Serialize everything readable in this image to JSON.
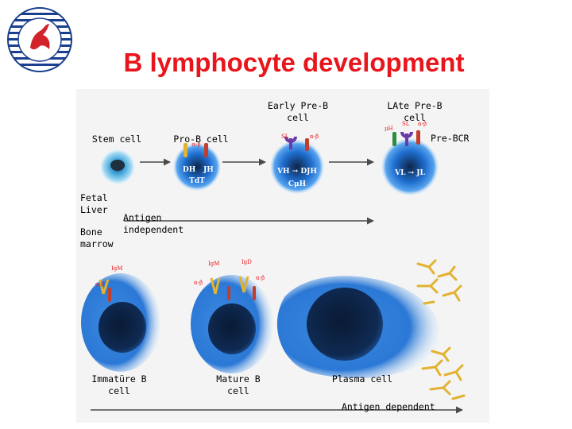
{
  "title": "B lymphocyte development",
  "labels": {
    "early_pre_b": "Early Pre-B cell",
    "late_pre_b": "LAte Pre-B cell",
    "stem_cell": "Stem cell",
    "pro_b": "Pro-B cell",
    "pre_bcr": "Pre-BCR",
    "fetal_liver": "Fetal Liver",
    "bone_marrow": "Bone marrow",
    "antigen_independent": "Antigen independent",
    "immature_b": "Immatüre B cell",
    "mature_b": "Mature B cell",
    "plasma_cell": "Plasma cell",
    "antigen_dependent": "Antigen dependent"
  },
  "cell_marks": {
    "pro_b_top": "α-β",
    "pro_b_d": "DH",
    "pro_b_j": "JH",
    "pro_b_tdt": "TdT",
    "early_sl": "SL",
    "early_ab": "α-β",
    "early_vdj": "VH → DJH",
    "early_cmu": "CμH",
    "late_mu": "μH",
    "late_sl": "SL",
    "late_ab": "α-β",
    "late_vj": "VL → JL",
    "imm_igm": "IgM",
    "imm_ab": "α-β",
    "mat_igm": "IgM",
    "mat_igd": "IgD",
    "mat_ab1": "α-β",
    "mat_ab2": "α-β"
  },
  "colors": {
    "title": "#e8161c",
    "cell_blue": "#1f6fd0",
    "nucleus": "#0b1e3c",
    "logo_blue": "#1a3f8f",
    "logo_red": "#d2232a"
  },
  "logo": {
    "icon": "university-seal-icon"
  }
}
